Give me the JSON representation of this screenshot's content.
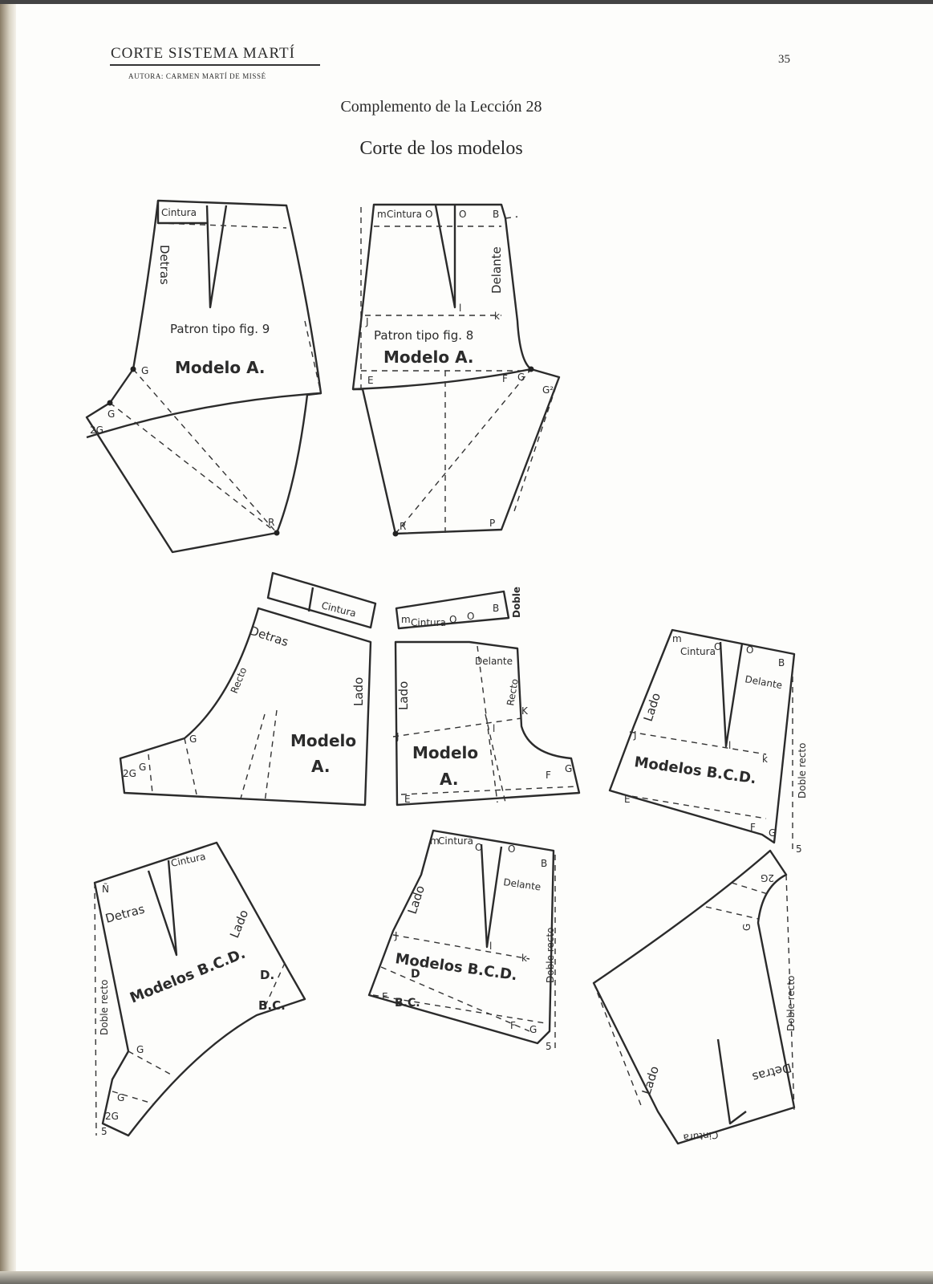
{
  "header": {
    "title": "CORTE SISTEMA MARTÍ",
    "author": "AUTORA: CARMEN MARTÍ DE MISSÉ",
    "page_number": "35"
  },
  "subtitle": "Complemento de la Lección 28",
  "title": "Corte de los modelos",
  "figures": {
    "back_a": {
      "cintura": "Cintura",
      "detras": "Detras",
      "patron": "Patron tipo fig. 9",
      "modelo": "Modelo A.",
      "g": "G",
      "g1": "G",
      "g2": "2G",
      "r": "R"
    },
    "front_a": {
      "m": "m",
      "cintura": "Cintura",
      "o1": "O",
      "o2": "O",
      "b": "B",
      "delante": "Delante",
      "j": "J",
      "l": "l",
      "k": "k",
      "patron": "Patron tipo fig. 8",
      "modelo": "Modelo A.",
      "e": "E",
      "f": "F",
      "g": "G",
      "g2": "G²",
      "r": "R",
      "p": "P"
    },
    "belt_back": {
      "cintura": "Cintura"
    },
    "belt_front": {
      "m": "m",
      "cintura": "Cintura",
      "o": "O",
      "o2": "O",
      "b": "B",
      "doble": "Doble"
    },
    "back_a_cut": {
      "detras": "Detras",
      "recto": "Recto",
      "lado": "Lado",
      "modelo": "Modelo",
      "a": "A.",
      "g": "G",
      "g2": "2G",
      "g3": "G"
    },
    "front_a_cut": {
      "lado": "Lado",
      "delante": "Delante",
      "recto": "Recto",
      "k": "K",
      "l": "l",
      "j": "J",
      "modelo": "Modelo",
      "a": "A.",
      "e": "E",
      "f": "F",
      "g": "G"
    },
    "front_bcd_1": {
      "m": "m",
      "cintura": "Cintura",
      "o": "O",
      "o2": "O",
      "b": "B",
      "delante": "Delante",
      "lado": "Lado",
      "j": "J",
      "l": "l",
      "k": "k",
      "modelo": "Modelos B.C.D.",
      "e": "E",
      "f": "F",
      "g": "G",
      "doble": "Doble recto",
      "five": "5"
    },
    "back_bcd_1": {
      "cintura": "Cintura",
      "n": "Ñ",
      "detras": "Detras",
      "lado": "Lado",
      "modelo": "Modelos B.C.D.",
      "d": "D.",
      "bc": "B.C.",
      "g": "G",
      "g2": "G",
      "g3": "2G",
      "doble": "Doble recto",
      "five": "5"
    },
    "front_bcd_2": {
      "m": "m",
      "cintura": "Cintura",
      "o": "O",
      "o2": "O",
      "b": "B",
      "delante": "Delante",
      "lado": "Lado",
      "j": "J",
      "l": "l",
      "k": "k",
      "modelo": "Modelos B.C.D.",
      "d": "D",
      "bc": "B.C.",
      "e": "E",
      "f": "F",
      "g": "G",
      "doble": "Doble recto",
      "five": "5"
    },
    "back_bcd_2": {
      "g": "2G",
      "g2": "G",
      "doble": "Doble recto",
      "lado": "Lado",
      "detras": "Detras",
      "cintura": "Cintura"
    }
  }
}
